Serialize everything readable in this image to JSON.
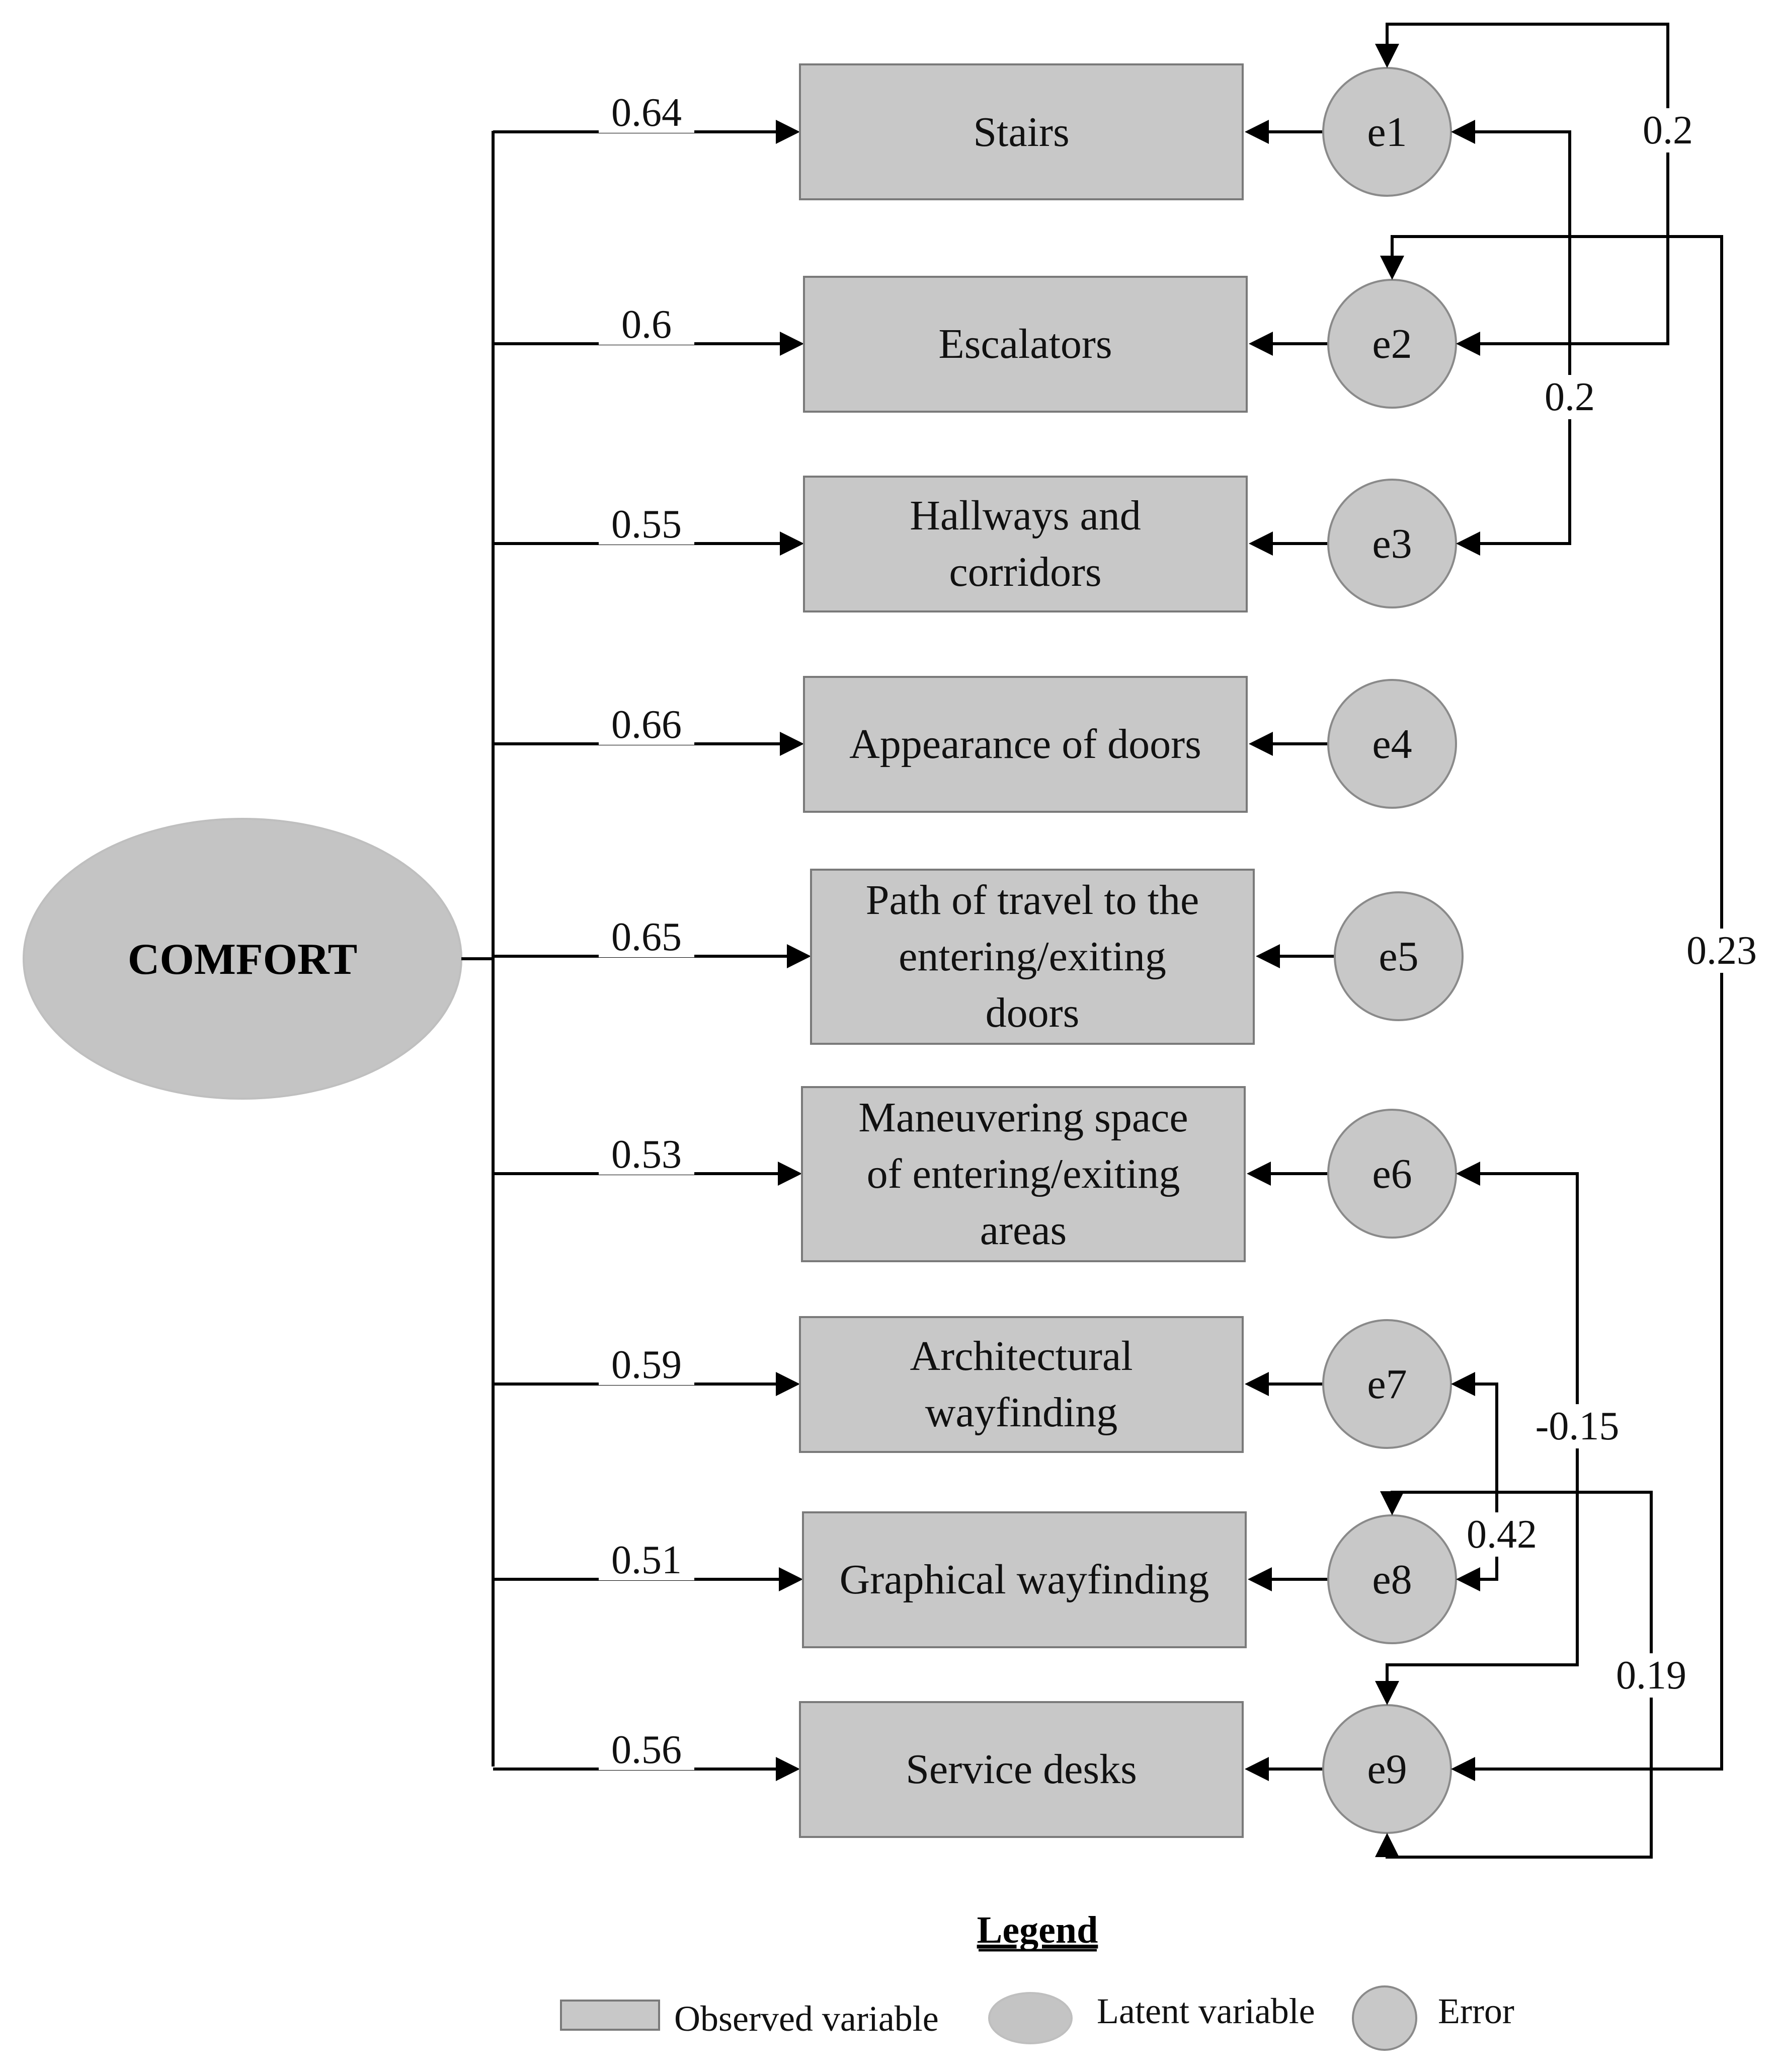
{
  "latent": {
    "label": "COMFORT"
  },
  "observed": [
    {
      "id": "stairs",
      "lines": [
        "Stairs"
      ],
      "loading": "0.64",
      "error": "e1"
    },
    {
      "id": "escalators",
      "lines": [
        "Escalators"
      ],
      "loading": "0.6",
      "error": "e2"
    },
    {
      "id": "hallways",
      "lines": [
        "Hallways and",
        "corridors"
      ],
      "loading": "0.55",
      "error": "e3"
    },
    {
      "id": "doors-appearance",
      "lines": [
        "Appearance of doors"
      ],
      "loading": "0.66",
      "error": "e4"
    },
    {
      "id": "path-of-travel",
      "lines": [
        "Path of travel to the",
        "entering/exiting",
        "doors"
      ],
      "loading": "0.65",
      "error": "e5"
    },
    {
      "id": "maneuvering-space",
      "lines": [
        "Maneuvering space",
        "of entering/exiting",
        "areas"
      ],
      "loading": "0.53",
      "error": "e6"
    },
    {
      "id": "architectural-wayfinding",
      "lines": [
        "Architectural",
        "wayfinding"
      ],
      "loading": "0.59",
      "error": "e7"
    },
    {
      "id": "graphical-wayfinding",
      "lines": [
        "Graphical wayfinding"
      ],
      "loading": "0.51",
      "error": "e8"
    },
    {
      "id": "service-desks",
      "lines": [
        "Service desks"
      ],
      "loading": "0.56",
      "error": "e9"
    }
  ],
  "covariances": [
    {
      "id": "e1-e2",
      "from": "e1",
      "to": "e2",
      "value": "0.2"
    },
    {
      "id": "e1-e3",
      "from": "e1",
      "to": "e3",
      "value": "0.2"
    },
    {
      "id": "e2-e9",
      "from": "e2",
      "to": "e9",
      "value": "0.23"
    },
    {
      "id": "e6-e9",
      "from": "e6",
      "to": "e9",
      "value": "-0.15"
    },
    {
      "id": "e7-e8",
      "from": "e7",
      "to": "e8",
      "value": "0.42"
    },
    {
      "id": "e8-e9",
      "from": "e8",
      "to": "e9",
      "value": "0.19"
    }
  ],
  "legend": {
    "title": "Legend",
    "observed_label": "Observed variable",
    "latent_label": "Latent variable",
    "error_label": "Error"
  }
}
